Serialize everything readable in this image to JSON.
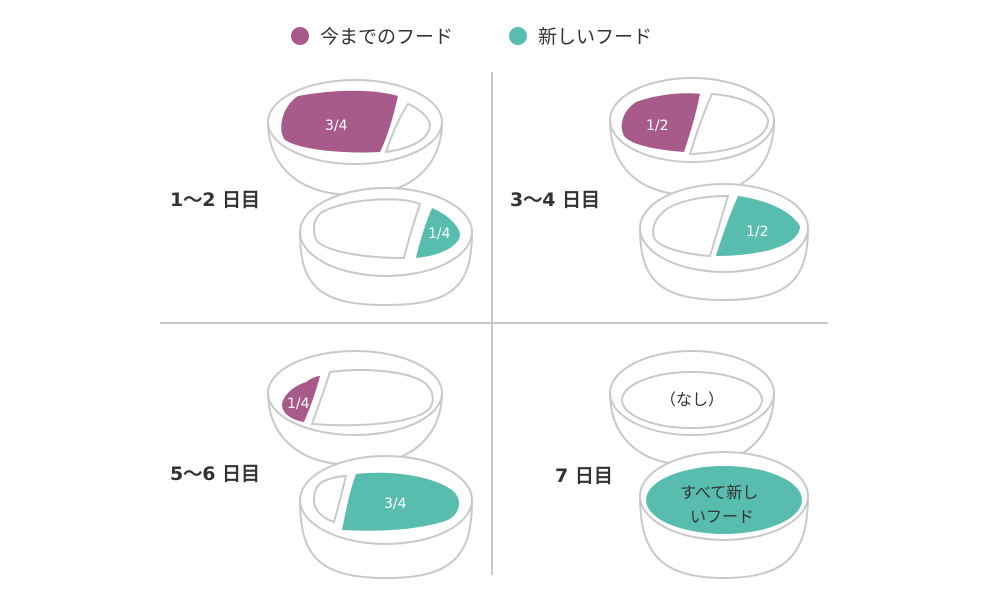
{
  "legend": {
    "old_food": "今までのフード",
    "new_food": "新しいフード"
  },
  "colors": {
    "old_food": "#a85a8a",
    "new_food": "#58bcaf",
    "bowl_outline": "#c9c9c9",
    "divider": "#c9c9c9",
    "text": "#333333"
  },
  "panels": [
    {
      "day_label": "1〜2 日目",
      "old_portion": "3/4",
      "new_portion": "1/4",
      "old_fraction": 0.75,
      "new_fraction": 0.25
    },
    {
      "day_label": "3〜4 日目",
      "old_portion": "1/2",
      "new_portion": "1/2",
      "old_fraction": 0.5,
      "new_fraction": 0.5
    },
    {
      "day_label": "5〜6 日目",
      "old_portion": "1/4",
      "new_portion": "3/4",
      "old_fraction": 0.25,
      "new_fraction": 0.75
    },
    {
      "day_label": "7 日目",
      "old_portion": "（なし）",
      "new_portion_line1": "すべて新し",
      "new_portion_line2": "いフード",
      "old_fraction": 0,
      "new_fraction": 1
    }
  ]
}
